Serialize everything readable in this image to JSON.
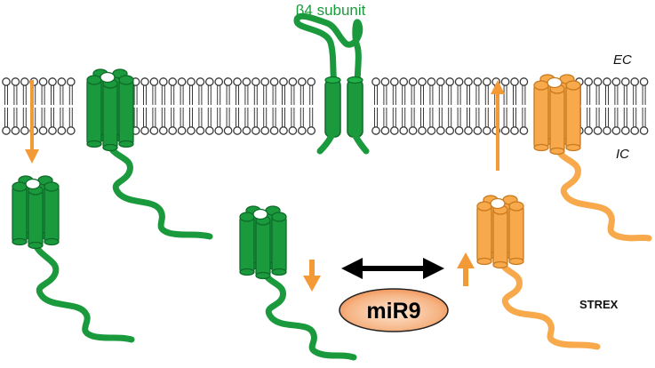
{
  "labels": {
    "beta4": "β4 subunit",
    "ec": "EC",
    "ic": "IC",
    "mirna": "miR9",
    "strex": "STREX"
  },
  "colors": {
    "green": "#1a9a3c",
    "green_dark": "#0f6b29",
    "orange": "#f7a94b",
    "orange_dark": "#c77a1f",
    "arrow": "#f39a36",
    "membrane": "#3a3a3a",
    "double_arrow": "#000000"
  },
  "icons": [
    "bk-channel-icon",
    "beta4-subunit-icon",
    "lipid-bilayer-icon",
    "double-headed-arrow-icon",
    "up-arrow-icon",
    "down-arrow-icon"
  ]
}
